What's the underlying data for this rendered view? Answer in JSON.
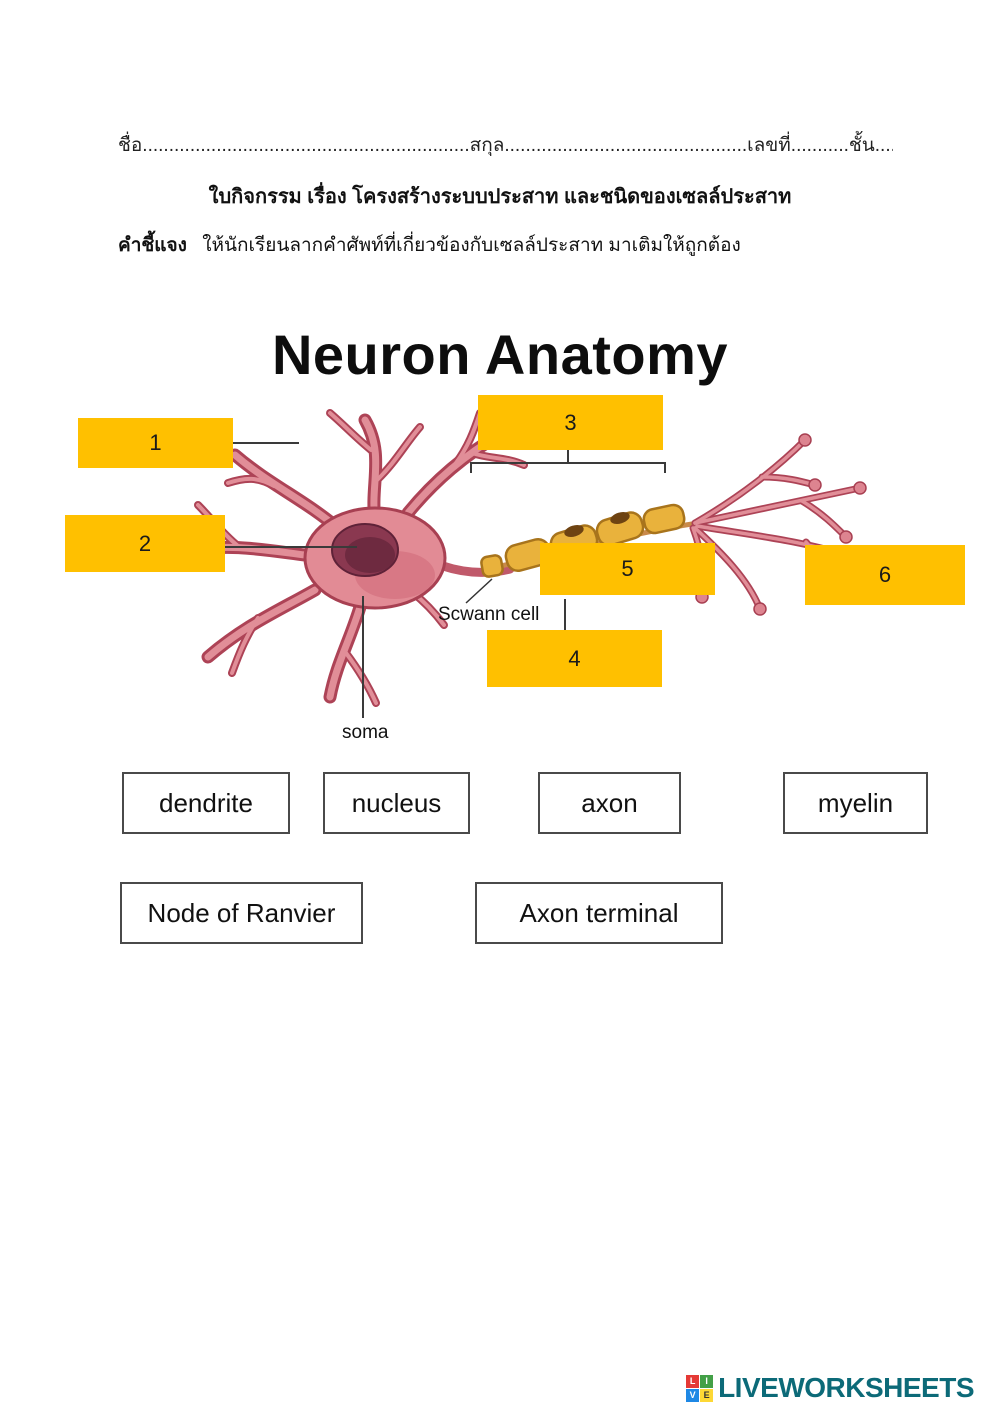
{
  "header": {
    "name_line": "ชื่อ..............................................................สกุล..............................................เลขที่...........ชั้น........",
    "sheet_title": "ใบกิจกรรม เรื่อง โครงสร้างระบบประสาท และชนิดของเซลล์ประสาท",
    "instruction_label": "คำชี้แจง",
    "instruction_text": "ให้นักเรียนลากคำศัพท์ที่เกี่ยวข้องกับเซลล์ประสาท มาเติมให้ถูกต้อง"
  },
  "diagram": {
    "title": "Neuron Anatomy",
    "slot_numbers": [
      "1",
      "2",
      "3",
      "4",
      "5",
      "6"
    ],
    "slot_color": "#FFC000",
    "labels": {
      "schwann_cell": "Scwann cell",
      "soma": "soma"
    }
  },
  "word_bank": {
    "row1": [
      "dendrite",
      "nucleus",
      "axon",
      "myelin"
    ],
    "row2": [
      "Node of Ranvier",
      "Axon terminal"
    ]
  },
  "footer": {
    "brand": "LIVEWORKSHEETS",
    "icon_letters": [
      "L",
      "I",
      "V",
      "E"
    ]
  }
}
